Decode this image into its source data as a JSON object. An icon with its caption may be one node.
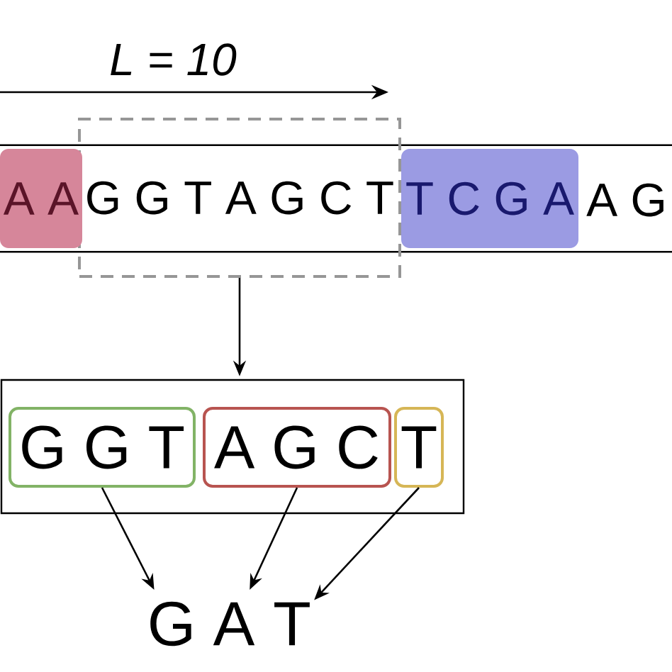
{
  "diagram": {
    "nodes": [
      {
        "text": [],
        "shape": "bar"
      },
      {
        "text": [
          "A A"
        ],
        "in": 0
      },
      {
        "text": [
          "G G T A G C T"
        ]
      },
      {
        "text": [
          "T C G A"
        ],
        "in": 0
      },
      {
        "text": [],
        "shape": "box"
      },
      {
        "text": [
          "G G T"
        ],
        "in": 4
      },
      {
        "text": [
          "A G C"
        ],
        "in": 4
      },
      {
        "text": [
          "T"
        ],
        "in": 4
      },
      {
        "text": [
          "G"
        ]
      },
      {
        "text": [
          "A"
        ]
      },
      {
        "text": [
          "T"
        ]
      }
    ],
    "edges": [
      {
        "from": 2,
        "to": 4,
        "arrow": "to"
      },
      {
        "from": 5,
        "to": 8,
        "arrow": "to"
      },
      {
        "from": 6,
        "to": 9,
        "arrow": "to"
      },
      {
        "from": 7,
        "to": 10,
        "arrow": "to"
      }
    ],
    "labels": [
      "L = 10",
      "A G"
    ]
  }
}
